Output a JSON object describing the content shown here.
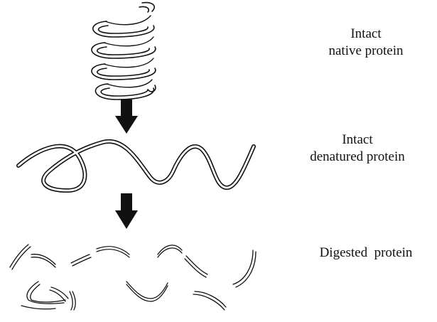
{
  "stages": [
    {
      "id": "native",
      "lines": [
        "Intact",
        "native protein"
      ]
    },
    {
      "id": "denatured",
      "lines": [
        "Intact",
        "denatured protein"
      ]
    },
    {
      "id": "digested",
      "lines": [
        "Digested  protein"
      ]
    }
  ],
  "colors": {
    "stroke": "#111111",
    "fill": "#ffffff"
  }
}
